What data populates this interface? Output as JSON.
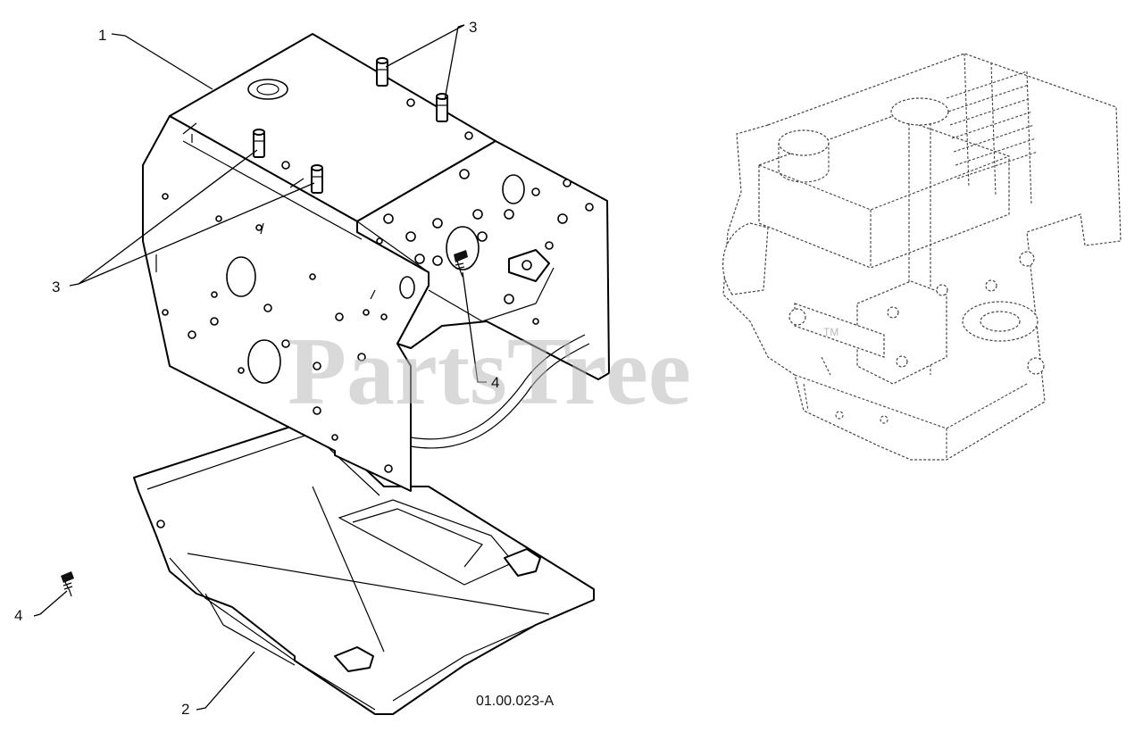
{
  "callouts": {
    "part_1": "1",
    "part_2": "2",
    "part_3_top": "3",
    "part_3_left": "3",
    "part_4_right": "4",
    "part_4_left": "4"
  },
  "drawing_code": "01.00.023-A",
  "watermark": {
    "text": "PartsTree",
    "trademark": "TM"
  }
}
